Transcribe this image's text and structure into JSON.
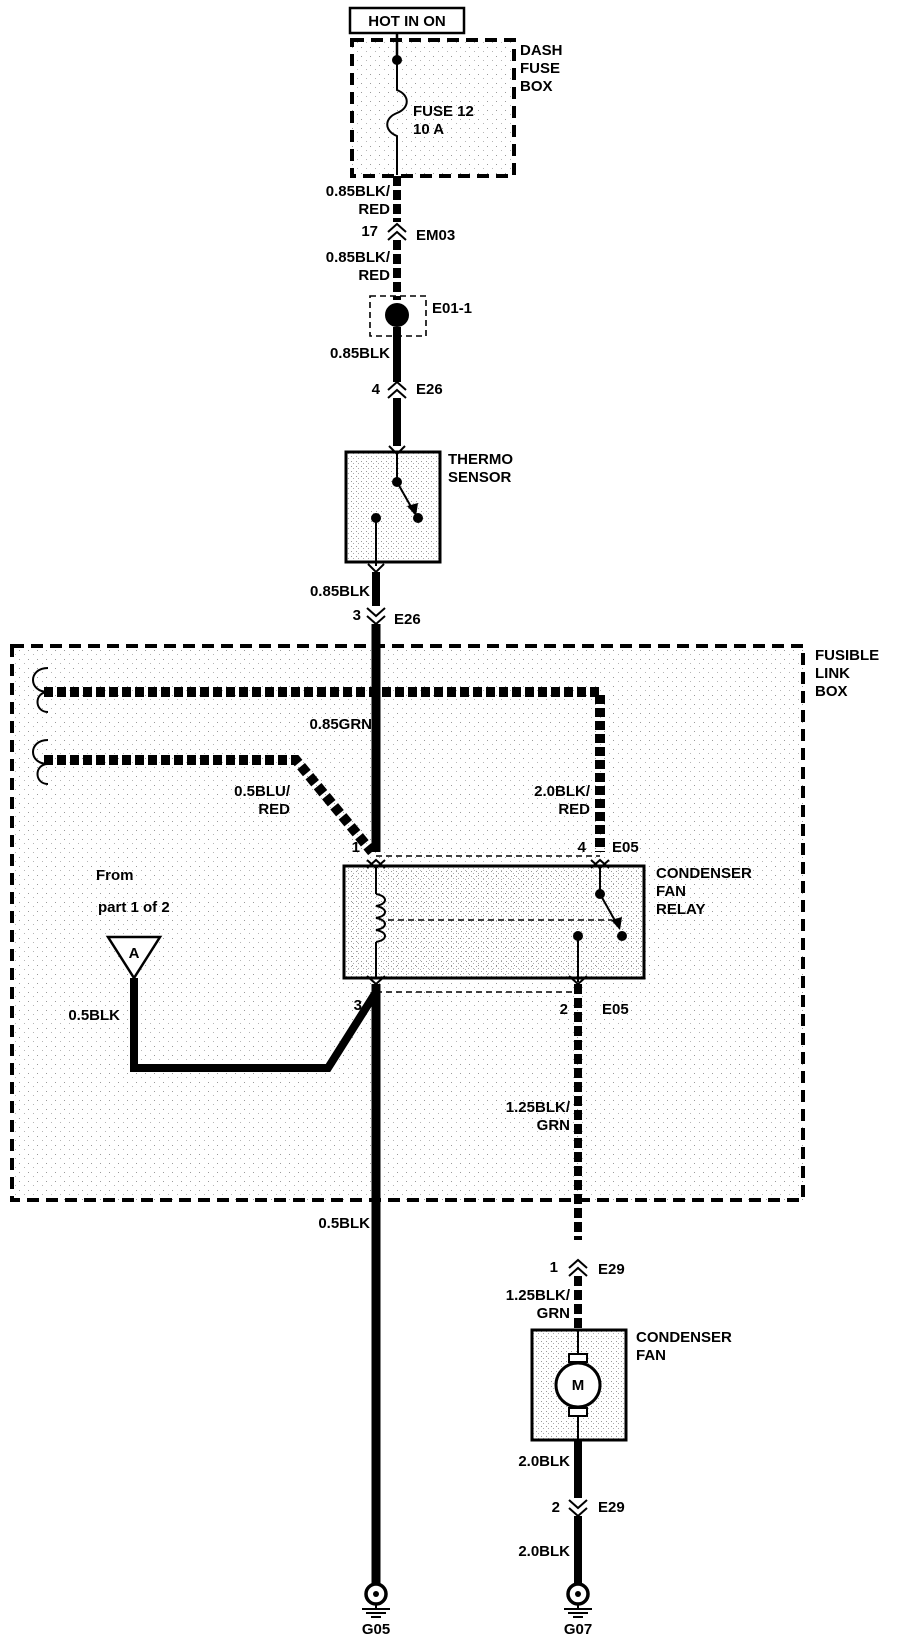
{
  "header": {
    "hot_label": "HOT IN ON"
  },
  "components": {
    "dash_fuse_box": [
      "DASH",
      "FUSE",
      "BOX"
    ],
    "fuse": [
      "FUSE 12",
      "10 A"
    ],
    "splice": "E01-1",
    "thermo_sensor": [
      "THERMO",
      "SENSOR"
    ],
    "fusible_link_box": [
      "FUSIBLE",
      "LINK",
      "BOX"
    ],
    "condenser_fan_relay": [
      "CONDENSER",
      "FAN",
      "RELAY"
    ],
    "condenser_fan": [
      "CONDENSER",
      "FAN"
    ],
    "motor_symbol": "M",
    "off_page_ref": {
      "from": "From",
      "part": "part 1 of 2",
      "letter": "A"
    }
  },
  "wires": {
    "w1": [
      "0.85BLK/",
      "RED"
    ],
    "w2": [
      "0.85BLK/",
      "RED"
    ],
    "w3": "0.85BLK",
    "w4": "0.85BLK",
    "w5": "0.85GRN",
    "w6": [
      "0.5BLU/",
      "RED"
    ],
    "w7": [
      "2.0BLK/",
      "RED"
    ],
    "w8": "0.5BLK",
    "w9": [
      "1.25BLK/",
      "GRN"
    ],
    "w10": "0.5BLK",
    "w11": [
      "1.25BLK/",
      "GRN"
    ],
    "w12": "2.0BLK",
    "w13": "2.0BLK"
  },
  "connectors": {
    "em03": {
      "pin": "17",
      "name": "EM03"
    },
    "e26_top": {
      "pin": "4",
      "name": "E26"
    },
    "e26_bottom": {
      "pin": "3",
      "name": "E26"
    },
    "e05_pin1": "1",
    "e05_pin4": "4",
    "e05_top_name": "E05",
    "e05_pin3": "3",
    "e05_pin2": "2",
    "e05_bottom_name": "E05",
    "e29_top": {
      "pin": "1",
      "name": "E29"
    },
    "e29_bottom": {
      "pin": "2",
      "name": "E29"
    }
  },
  "grounds": {
    "g05": "G05",
    "g07": "G07"
  }
}
